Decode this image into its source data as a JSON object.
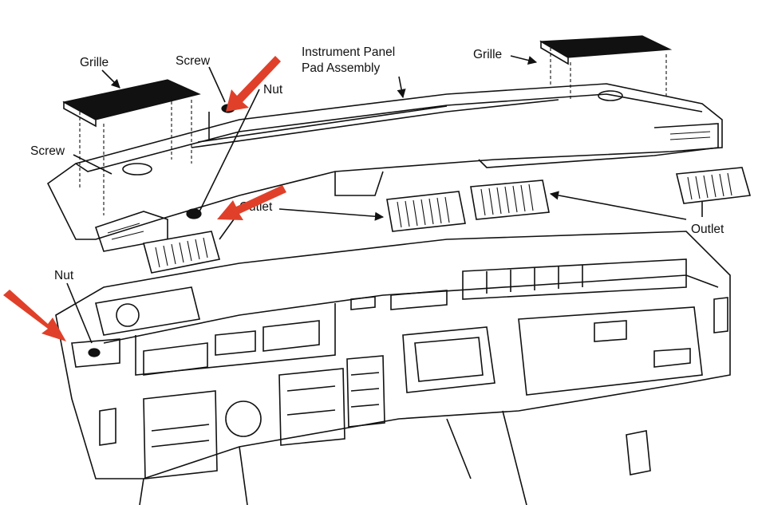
{
  "labels": {
    "grille_left": "Grille",
    "screw_top": "Screw",
    "nut_top": "Nut",
    "pad_line1": "Instrument Panel",
    "pad_line2": "Pad Assembly",
    "grille_right": "Grille",
    "screw_left": "Screw",
    "outlet_center": "Outlet",
    "outlet_right": "Outlet",
    "nut_left": "Nut"
  },
  "colors": {
    "callout_arrow": "#e0402a",
    "line_art": "#111111"
  }
}
